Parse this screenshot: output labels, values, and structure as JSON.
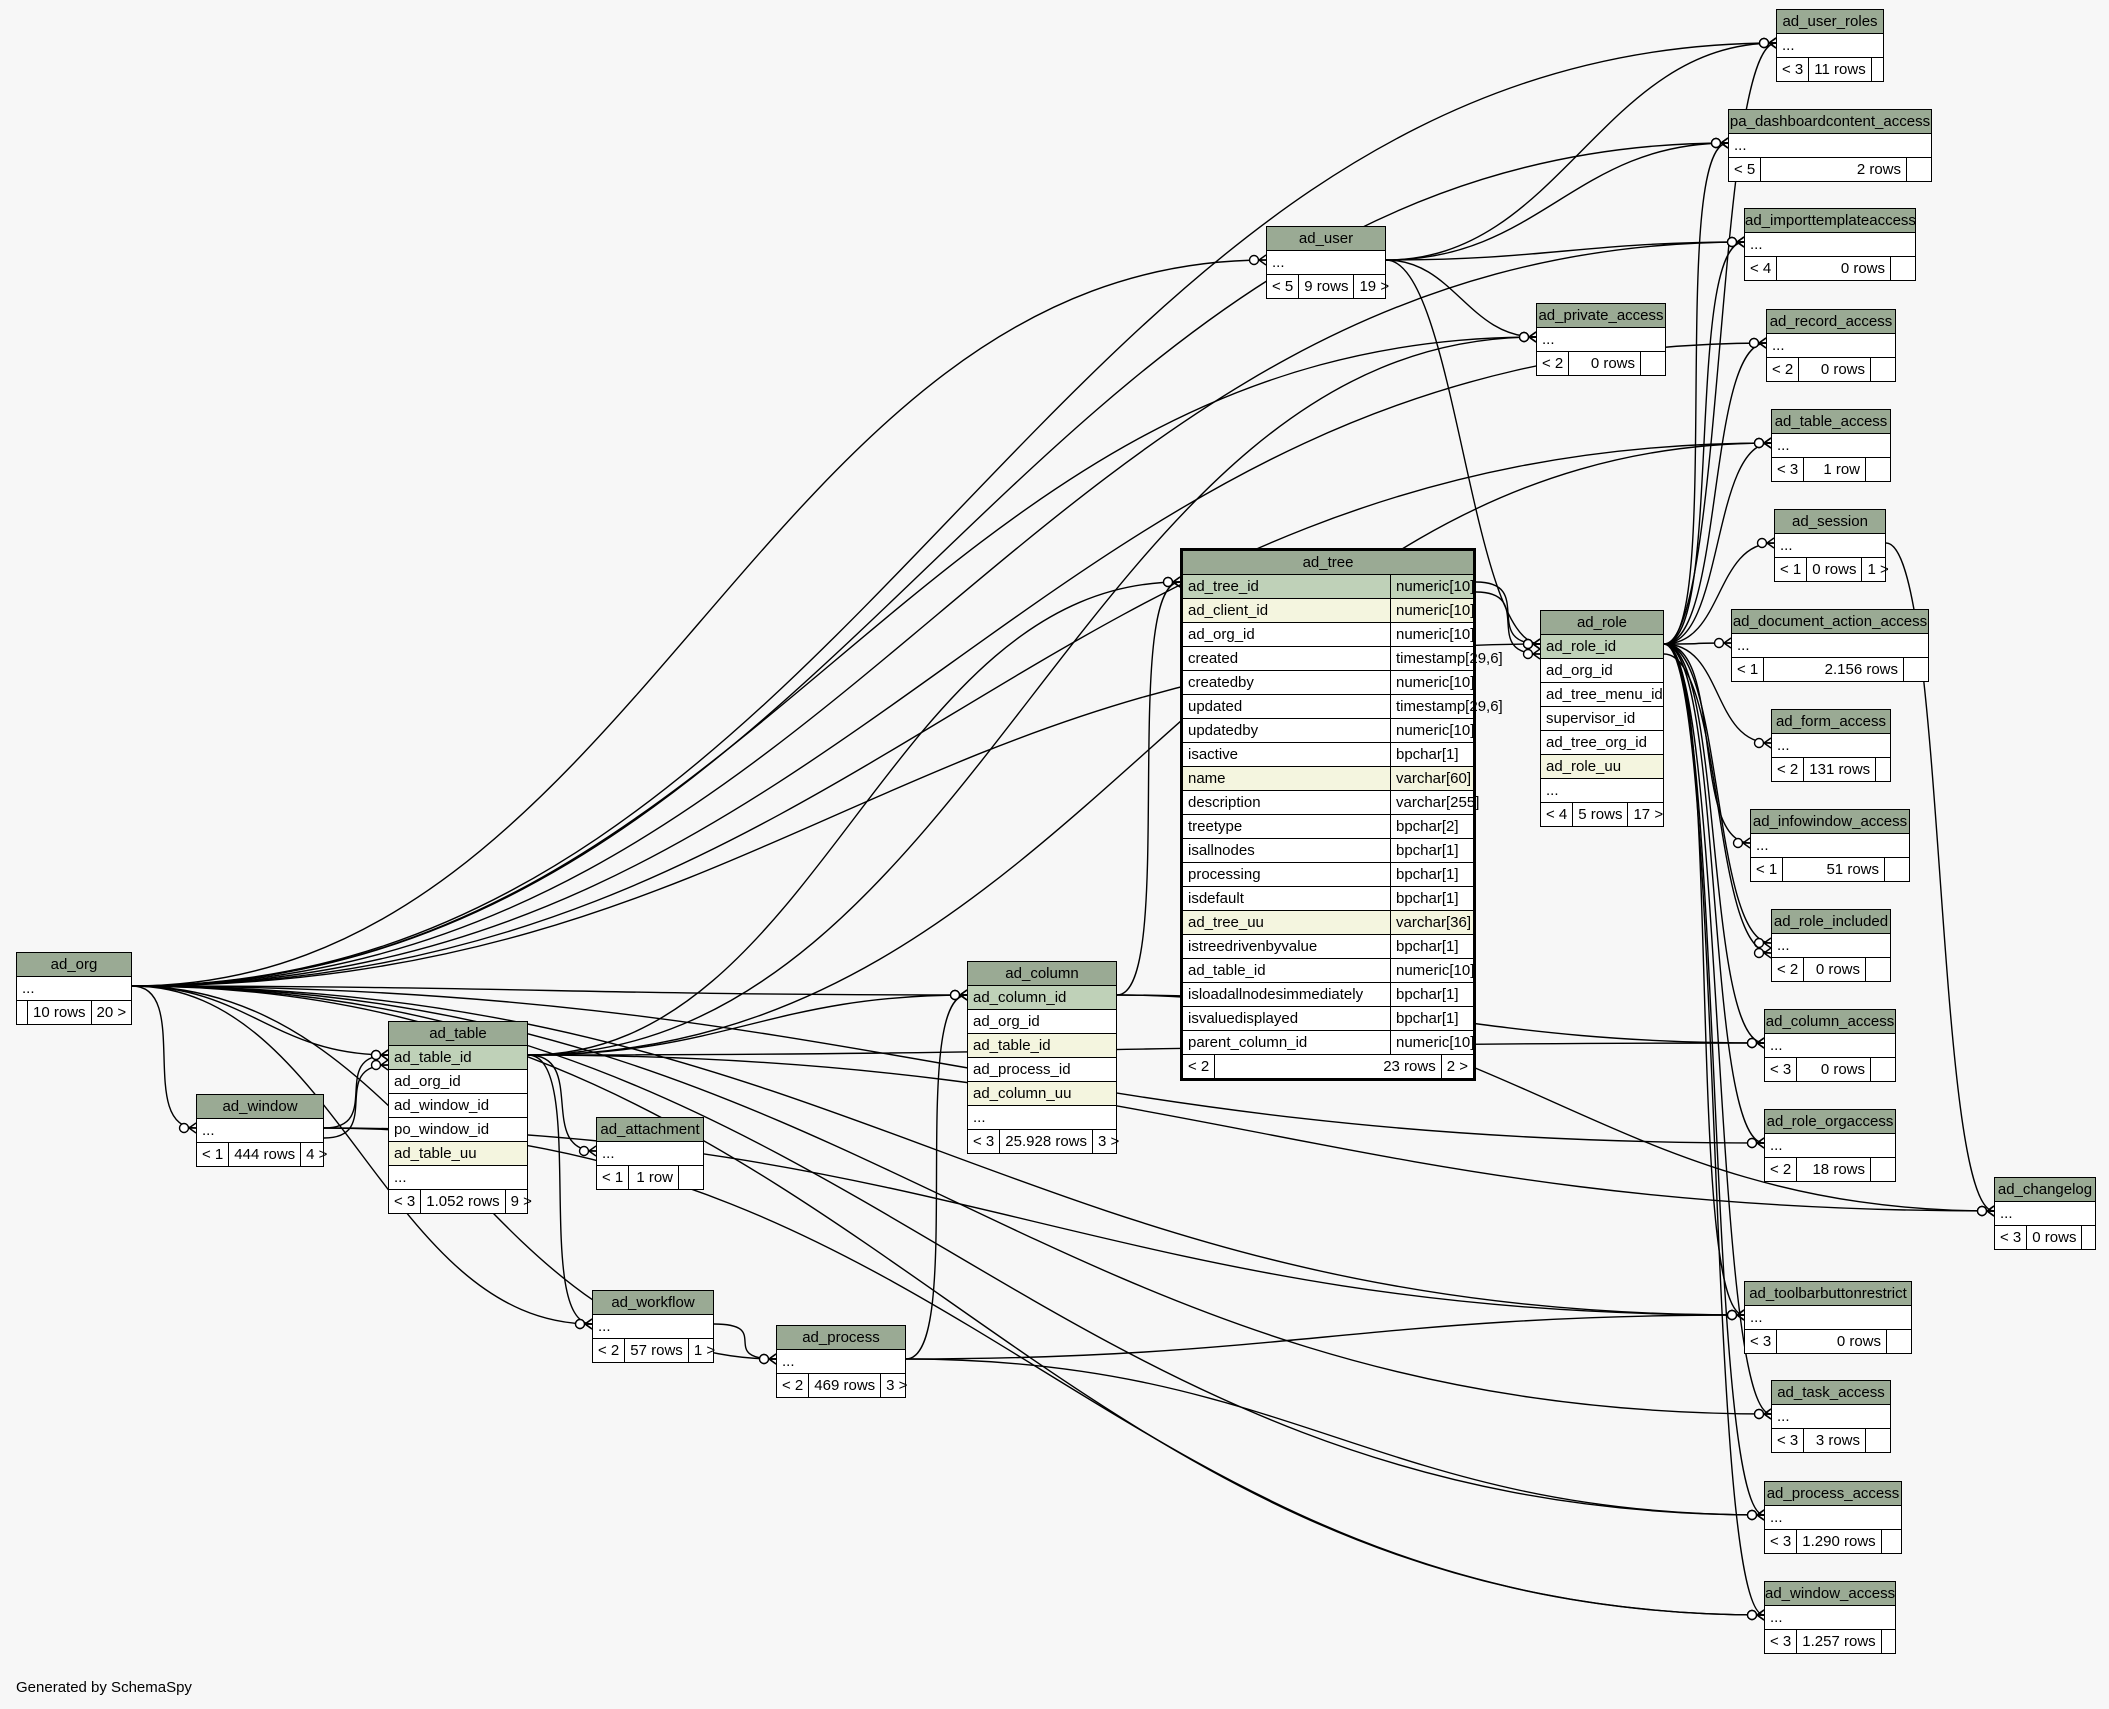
{
  "diagram": {
    "footer": "Generated by SchemaSpy",
    "colors": {
      "header": "#9aaa94",
      "primary_key": "#bfd1b8",
      "indexed": "#f4f5df",
      "background": "#f7f7f7"
    },
    "tables": [
      {
        "id": "ad_org",
        "name": "ad_org",
        "rows": [
          {
            "name": "..."
          }
        ],
        "footer": [
          "",
          "10 rows",
          "20 >"
        ]
      },
      {
        "id": "ad_window",
        "name": "ad_window",
        "rows": [
          {
            "name": "..."
          }
        ],
        "footer": [
          "< 1",
          "444 rows",
          "4 >"
        ]
      },
      {
        "id": "ad_table",
        "name": "ad_table",
        "rows": [
          {
            "name": "ad_table_id",
            "kind": "pk"
          },
          {
            "name": "ad_org_id"
          },
          {
            "name": "ad_window_id"
          },
          {
            "name": "po_window_id"
          },
          {
            "name": "ad_table_uu",
            "kind": "idx"
          },
          {
            "name": "..."
          }
        ],
        "footer": [
          "< 3",
          "1.052 rows",
          "9 >"
        ]
      },
      {
        "id": "ad_attachment",
        "name": "ad_attachment",
        "rows": [
          {
            "name": "..."
          }
        ],
        "footer": [
          "< 1",
          "1 row",
          ""
        ]
      },
      {
        "id": "ad_workflow",
        "name": "ad_workflow",
        "rows": [
          {
            "name": "..."
          }
        ],
        "footer": [
          "< 2",
          "57 rows",
          "1 >"
        ]
      },
      {
        "id": "ad_process",
        "name": "ad_process",
        "rows": [
          {
            "name": "..."
          }
        ],
        "footer": [
          "< 2",
          "469 rows",
          "3 >"
        ]
      },
      {
        "id": "ad_column",
        "name": "ad_column",
        "rows": [
          {
            "name": "ad_column_id",
            "kind": "pk"
          },
          {
            "name": "ad_org_id"
          },
          {
            "name": "ad_table_id",
            "kind": "idx"
          },
          {
            "name": "ad_process_id"
          },
          {
            "name": "ad_column_uu",
            "kind": "idx"
          },
          {
            "name": "..."
          }
        ],
        "footer": [
          "< 3",
          "25.928 rows",
          "3 >"
        ]
      },
      {
        "id": "ad_tree",
        "name": "ad_tree",
        "focus": true,
        "rows": [
          {
            "name": "ad_tree_id",
            "type": "numeric[10]",
            "kind": "pk"
          },
          {
            "name": "ad_client_id",
            "type": "numeric[10]",
            "kind": "idx"
          },
          {
            "name": "ad_org_id",
            "type": "numeric[10]"
          },
          {
            "name": "created",
            "type": "timestamp[29,6]"
          },
          {
            "name": "createdby",
            "type": "numeric[10]"
          },
          {
            "name": "updated",
            "type": "timestamp[29,6]"
          },
          {
            "name": "updatedby",
            "type": "numeric[10]"
          },
          {
            "name": "isactive",
            "type": "bpchar[1]"
          },
          {
            "name": "name",
            "type": "varchar[60]",
            "kind": "idx"
          },
          {
            "name": "description",
            "type": "varchar[255]"
          },
          {
            "name": "treetype",
            "type": "bpchar[2]"
          },
          {
            "name": "isallnodes",
            "type": "bpchar[1]"
          },
          {
            "name": "processing",
            "type": "bpchar[1]"
          },
          {
            "name": "isdefault",
            "type": "bpchar[1]"
          },
          {
            "name": "ad_tree_uu",
            "type": "varchar[36]",
            "kind": "idx"
          },
          {
            "name": "istreedrivenbyvalue",
            "type": "bpchar[1]"
          },
          {
            "name": "ad_table_id",
            "type": "numeric[10]"
          },
          {
            "name": "isloadallnodesimmediately",
            "type": "bpchar[1]"
          },
          {
            "name": "isvaluedisplayed",
            "type": "bpchar[1]"
          },
          {
            "name": "parent_column_id",
            "type": "numeric[10]"
          }
        ],
        "footer": [
          "< 2",
          "23 rows",
          "2 >"
        ]
      },
      {
        "id": "ad_user",
        "name": "ad_user",
        "rows": [
          {
            "name": "..."
          }
        ],
        "footer": [
          "< 5",
          "9 rows",
          "19 >"
        ]
      },
      {
        "id": "ad_private_access",
        "name": "ad_private_access",
        "rows": [
          {
            "name": "..."
          }
        ],
        "footer": [
          "< 2",
          "0 rows",
          ""
        ]
      },
      {
        "id": "ad_role",
        "name": "ad_role",
        "rows": [
          {
            "name": "ad_role_id",
            "kind": "pk"
          },
          {
            "name": "ad_org_id"
          },
          {
            "name": "ad_tree_menu_id"
          },
          {
            "name": "supervisor_id"
          },
          {
            "name": "ad_tree_org_id"
          },
          {
            "name": "ad_role_uu",
            "kind": "idx"
          },
          {
            "name": "..."
          }
        ],
        "footer": [
          "< 4",
          "5 rows",
          "17 >"
        ]
      },
      {
        "id": "ad_user_roles",
        "name": "ad_user_roles",
        "rows": [
          {
            "name": "..."
          }
        ],
        "footer": [
          "< 3",
          "11 rows",
          ""
        ]
      },
      {
        "id": "pa_dashboardcontent_access",
        "name": "pa_dashboardcontent_access",
        "rows": [
          {
            "name": "..."
          }
        ],
        "footer": [
          "< 5",
          "2 rows",
          ""
        ]
      },
      {
        "id": "ad_importtemplateaccess",
        "name": "ad_importtemplateaccess",
        "rows": [
          {
            "name": "..."
          }
        ],
        "footer": [
          "< 4",
          "0 rows",
          ""
        ]
      },
      {
        "id": "ad_record_access",
        "name": "ad_record_access",
        "rows": [
          {
            "name": "..."
          }
        ],
        "footer": [
          "< 2",
          "0 rows",
          ""
        ]
      },
      {
        "id": "ad_table_access",
        "name": "ad_table_access",
        "rows": [
          {
            "name": "..."
          }
        ],
        "footer": [
          "< 3",
          "1 row",
          ""
        ]
      },
      {
        "id": "ad_session",
        "name": "ad_session",
        "rows": [
          {
            "name": "..."
          }
        ],
        "footer": [
          "< 1",
          "0 rows",
          "1 >"
        ]
      },
      {
        "id": "ad_document_action_access",
        "name": "ad_document_action_access",
        "rows": [
          {
            "name": "..."
          }
        ],
        "footer": [
          "< 1",
          "2.156 rows",
          ""
        ]
      },
      {
        "id": "ad_form_access",
        "name": "ad_form_access",
        "rows": [
          {
            "name": "..."
          }
        ],
        "footer": [
          "< 2",
          "131 rows",
          ""
        ]
      },
      {
        "id": "ad_infowindow_access",
        "name": "ad_infowindow_access",
        "rows": [
          {
            "name": "..."
          }
        ],
        "footer": [
          "< 1",
          "51 rows",
          ""
        ]
      },
      {
        "id": "ad_role_included",
        "name": "ad_role_included",
        "rows": [
          {
            "name": "..."
          }
        ],
        "footer": [
          "< 2",
          "0 rows",
          ""
        ]
      },
      {
        "id": "ad_column_access",
        "name": "ad_column_access",
        "rows": [
          {
            "name": "..."
          }
        ],
        "footer": [
          "< 3",
          "0 rows",
          ""
        ]
      },
      {
        "id": "ad_role_orgaccess",
        "name": "ad_role_orgaccess",
        "rows": [
          {
            "name": "..."
          }
        ],
        "footer": [
          "< 2",
          "18 rows",
          ""
        ]
      },
      {
        "id": "ad_changelog",
        "name": "ad_changelog",
        "rows": [
          {
            "name": "..."
          }
        ],
        "footer": [
          "< 3",
          "0 rows",
          ""
        ]
      },
      {
        "id": "ad_toolbarbuttonrestrict",
        "name": "ad_toolbarbuttonrestrict",
        "rows": [
          {
            "name": "..."
          }
        ],
        "footer": [
          "< 3",
          "0 rows",
          ""
        ]
      },
      {
        "id": "ad_task_access",
        "name": "ad_task_access",
        "rows": [
          {
            "name": "..."
          }
        ],
        "footer": [
          "< 3",
          "3 rows",
          ""
        ]
      },
      {
        "id": "ad_process_access",
        "name": "ad_process_access",
        "rows": [
          {
            "name": "..."
          }
        ],
        "footer": [
          "< 3",
          "1.290 rows",
          ""
        ]
      },
      {
        "id": "ad_window_access",
        "name": "ad_window_access",
        "rows": [
          {
            "name": "..."
          }
        ],
        "footer": [
          "< 3",
          "1.257 rows",
          ""
        ]
      }
    ],
    "relationships": [
      [
        "ad_org",
        "ad_user_roles"
      ],
      [
        "ad_org",
        "pa_dashboardcontent_access"
      ],
      [
        "ad_org",
        "ad_importtemplateaccess"
      ],
      [
        "ad_org",
        "ad_user"
      ],
      [
        "ad_org",
        "ad_private_access"
      ],
      [
        "ad_org",
        "ad_record_access"
      ],
      [
        "ad_org",
        "ad_table_access"
      ],
      [
        "ad_org",
        "ad_role"
      ],
      [
        "ad_org",
        "ad_window"
      ],
      [
        "ad_org",
        "ad_table"
      ],
      [
        "ad_org",
        "ad_column"
      ],
      [
        "ad_org",
        "ad_workflow"
      ],
      [
        "ad_org",
        "ad_process"
      ],
      [
        "ad_org",
        "ad_task_access"
      ],
      [
        "ad_org",
        "ad_process_access"
      ],
      [
        "ad_org",
        "ad_window_access"
      ],
      [
        "ad_org",
        "ad_toolbarbuttonrestrict"
      ],
      [
        "ad_org",
        "ad_role_orgaccess"
      ],
      [
        "ad_window",
        "ad_table"
      ],
      [
        "ad_window",
        "ad_table"
      ],
      [
        "ad_window",
        "ad_window_access"
      ],
      [
        "ad_window",
        "ad_toolbarbuttonrestrict"
      ],
      [
        "ad_table",
        "ad_attachment"
      ],
      [
        "ad_table",
        "ad_column"
      ],
      [
        "ad_table",
        "ad_tree"
      ],
      [
        "ad_table",
        "ad_workflow"
      ],
      [
        "ad_table",
        "ad_private_access"
      ],
      [
        "ad_table",
        "ad_table_access"
      ],
      [
        "ad_table",
        "ad_changelog"
      ],
      [
        "ad_table",
        "ad_column_access"
      ],
      [
        "ad_workflow",
        "ad_process"
      ],
      [
        "ad_process",
        "ad_column"
      ],
      [
        "ad_process",
        "ad_process_access"
      ],
      [
        "ad_process",
        "ad_toolbarbuttonrestrict"
      ],
      [
        "ad_column",
        "ad_tree"
      ],
      [
        "ad_column",
        "ad_column_access"
      ],
      [
        "ad_column",
        "ad_changelog"
      ],
      [
        "ad_tree",
        "ad_role"
      ],
      [
        "ad_tree",
        "ad_role"
      ],
      [
        "ad_user",
        "ad_user_roles"
      ],
      [
        "ad_user",
        "pa_dashboardcontent_access"
      ],
      [
        "ad_user",
        "ad_importtemplateaccess"
      ],
      [
        "ad_user",
        "ad_private_access"
      ],
      [
        "ad_user",
        "ad_role"
      ],
      [
        "ad_session",
        "ad_changelog"
      ],
      [
        "ad_role",
        "ad_user_roles"
      ],
      [
        "ad_role",
        "pa_dashboardcontent_access"
      ],
      [
        "ad_role",
        "ad_importtemplateaccess"
      ],
      [
        "ad_role",
        "ad_record_access"
      ],
      [
        "ad_role",
        "ad_table_access"
      ],
      [
        "ad_role",
        "ad_session"
      ],
      [
        "ad_role",
        "ad_document_action_access"
      ],
      [
        "ad_role",
        "ad_form_access"
      ],
      [
        "ad_role",
        "ad_infowindow_access"
      ],
      [
        "ad_role",
        "ad_role_included"
      ],
      [
        "ad_role",
        "ad_role_included"
      ],
      [
        "ad_role",
        "ad_column_access"
      ],
      [
        "ad_role",
        "ad_role_orgaccess"
      ],
      [
        "ad_role",
        "ad_toolbarbuttonrestrict"
      ],
      [
        "ad_role",
        "ad_task_access"
      ],
      [
        "ad_role",
        "ad_process_access"
      ],
      [
        "ad_role",
        "ad_window_access"
      ]
    ]
  }
}
